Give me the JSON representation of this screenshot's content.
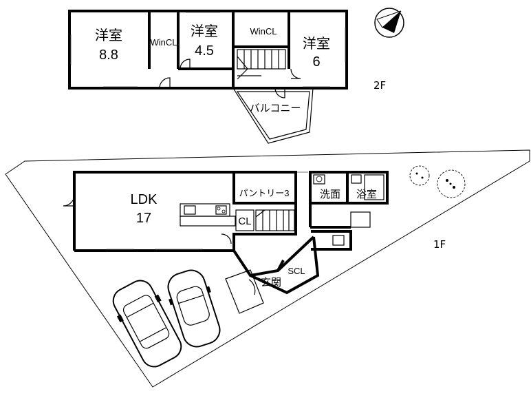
{
  "floors": {
    "upper": {
      "label": "2F",
      "rooms": {
        "western_a": {
          "name": "洋室",
          "size": "8.8"
        },
        "closet_a": "WinCL",
        "western_b": {
          "name": "洋室",
          "size": "4.5"
        },
        "closet_b": "WinCL",
        "western_c": {
          "name": "洋室",
          "size": "6"
        },
        "balcony": "バルコニー"
      }
    },
    "lower": {
      "label": "1F",
      "rooms": {
        "ldk": {
          "name": "LDK",
          "size": "17"
        },
        "pantry": "パントリー3",
        "closet": "CL",
        "washroom": "洗面",
        "bathroom": "浴室",
        "shoe_closet": "SCL",
        "entrance": "玄関"
      }
    }
  },
  "icons": {
    "compass": "north-arrow-icon",
    "trees": "tree-icon",
    "cars": "car-icon"
  }
}
